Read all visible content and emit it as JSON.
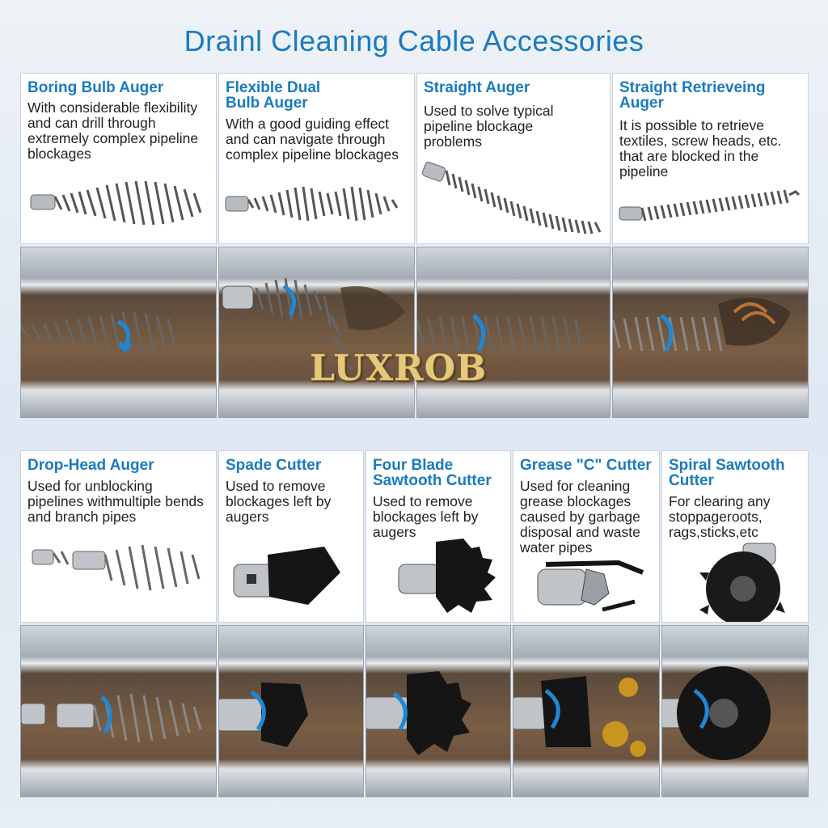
{
  "title": "Drainl Cleaning Cable Accessories",
  "watermark": "LUXROB",
  "colors": {
    "accent": "#1a7bbf",
    "text": "#222222",
    "arrow": "#1e88d8"
  },
  "row1": [
    {
      "name": "Boring Bulb Auger",
      "desc": "With considerable flexibility and can drill through extremely complex pipeline blockages",
      "icon": "bulb-auger-icon"
    },
    {
      "name": "Flexible Dual Bulb Auger",
      "desc": "With a good guiding effect and can navigate through complex pipeline blockages",
      "icon": "dual-bulb-auger-icon"
    },
    {
      "name": "Straight Auger",
      "desc": "Used to solve typical pipeline blockage problems",
      "icon": "straight-auger-icon"
    },
    {
      "name": "Straight Retrieveing Auger",
      "desc": "It is possible to retrieve textiles, screw heads, etc. that are blocked in the pipeline",
      "icon": "retrieving-auger-icon"
    }
  ],
  "row2": [
    {
      "name": "Drop-Head Auger",
      "desc": "Used for unblocking pipelines withmultiple bends and branch pipes",
      "icon": "drop-head-auger-icon"
    },
    {
      "name": "Spade Cutter",
      "desc": "Used to remove blockages left by augers",
      "icon": "spade-cutter-icon"
    },
    {
      "name": "Four Blade Sawtooth Cutter",
      "desc": "Used to remove blockages left by augers",
      "icon": "four-blade-cutter-icon"
    },
    {
      "name": "Grease \"C\" Cutter",
      "desc": "Used for cleaning grease blockages caused by garbage disposal and waste water pipes",
      "icon": "grease-c-cutter-icon"
    },
    {
      "name": "Spiral Sawtooth Cutter",
      "desc": "For clearing any stoppageroots, rags,sticks,etc",
      "icon": "spiral-sawtooth-cutter-icon"
    }
  ]
}
